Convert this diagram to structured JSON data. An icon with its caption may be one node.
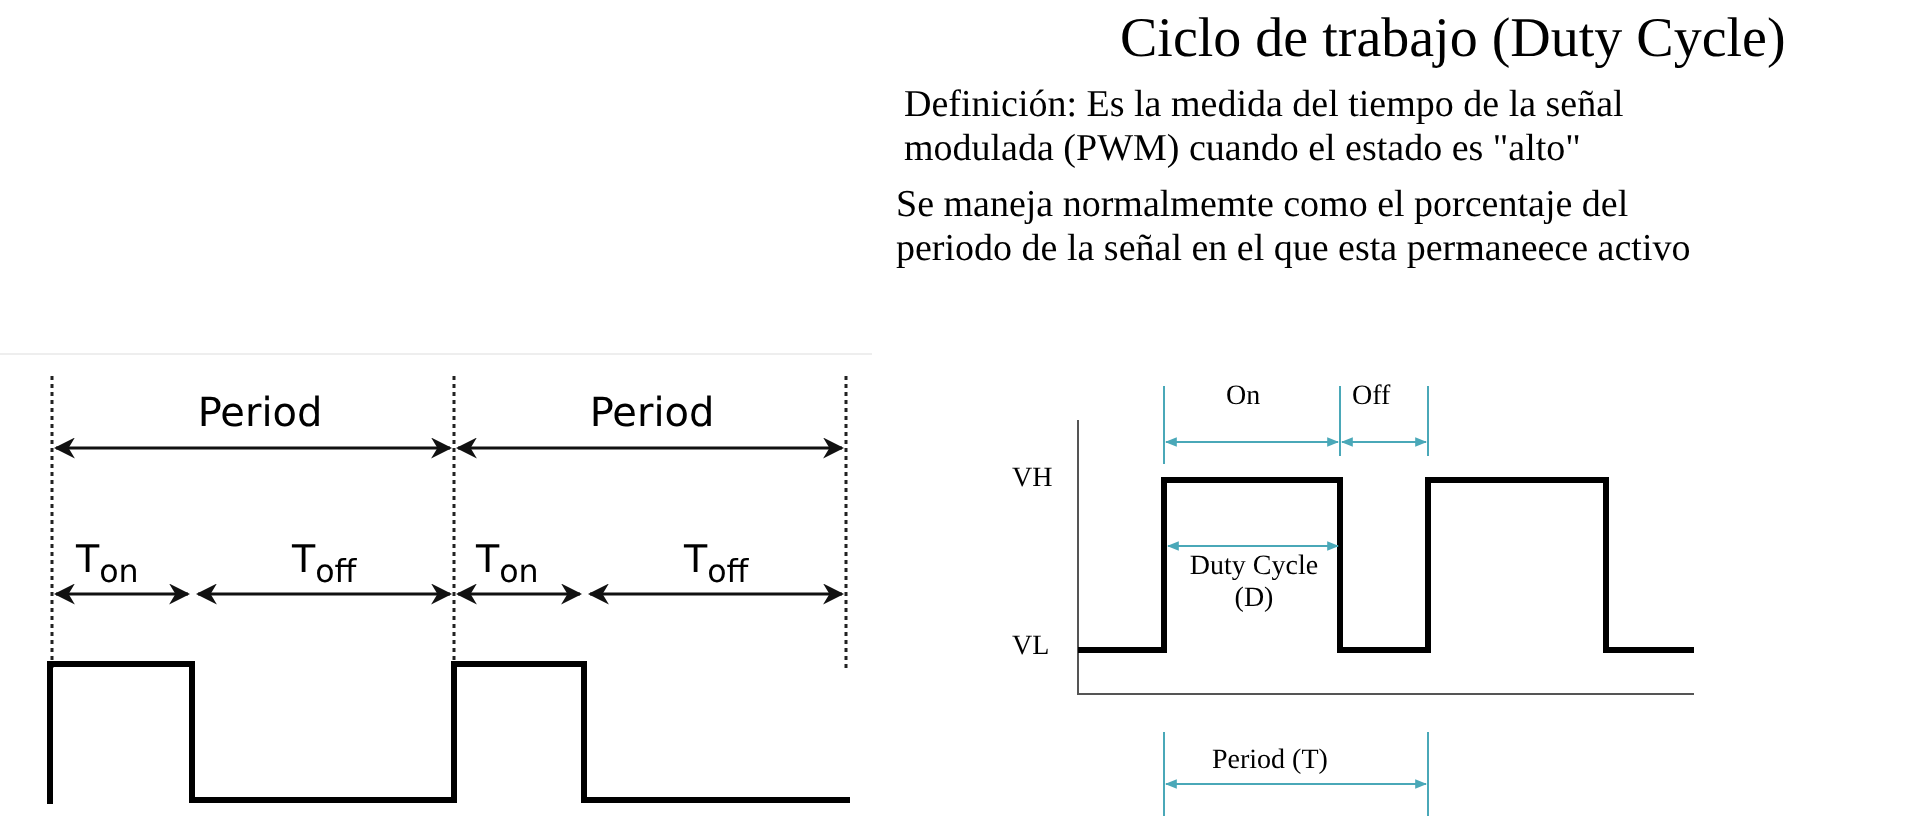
{
  "diagram": {
    "title": "Ciclo de trabajo (Duty Cycle)",
    "labels": [
      "Definición: Es la medida del tiempo de la señal modulada (PWM) cuando el estado es \"alto\"",
      "Se maneja normalmemte como el porcentaje del periodo de la señal en el que esta permaneece activo",
      "Period",
      "Period",
      "T$_{on}$",
      "T$_{off}$",
      "T$_{on}$",
      "T$_{off}$",
      "On",
      "Off",
      "VH",
      "VL",
      "Duty Cycle (D)",
      "Period (T)"
    ]
  }
}
